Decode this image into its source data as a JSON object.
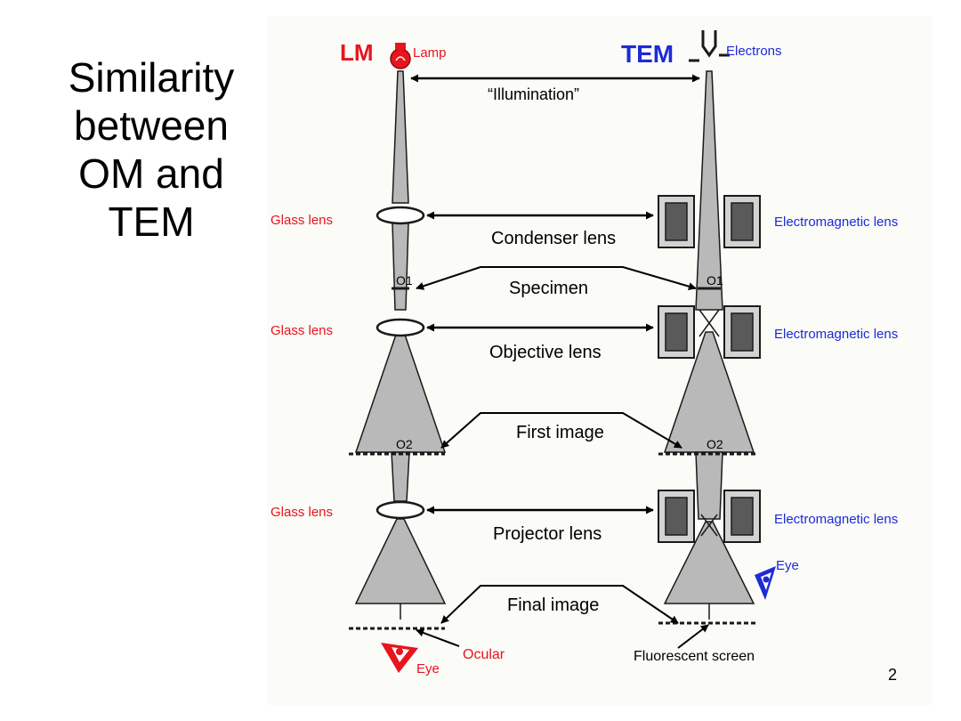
{
  "slide": {
    "title_lines": [
      "Similarity",
      "between",
      "OM and",
      "TEM"
    ],
    "page_number": "2"
  },
  "diagram": {
    "lm_heading": "LM",
    "tem_heading": "TEM",
    "lamp": "Lamp",
    "electrons": "Electrons",
    "illumination": "“Illumination”",
    "condenser": "Condenser lens",
    "specimen": "Specimen",
    "objective": "Objective lens",
    "first_image": "First image",
    "projector": "Projector lens",
    "final_image": "Final image",
    "glass_lens": "Glass lens",
    "em_lens": "Electromagnetic lens",
    "o1": "O1",
    "o2": "O2",
    "eye": "Eye",
    "ocular": "Ocular",
    "fluorescent_screen": "Fluorescent screen"
  },
  "colors": {
    "lm_red": "#e8141e",
    "tem_blue": "#1d2bd6",
    "beam_gray": "#b9b9b9",
    "outline": "#1a1a1a"
  },
  "icons": [
    "lamp-icon",
    "electron-gun-icon",
    "eye-icon"
  ]
}
